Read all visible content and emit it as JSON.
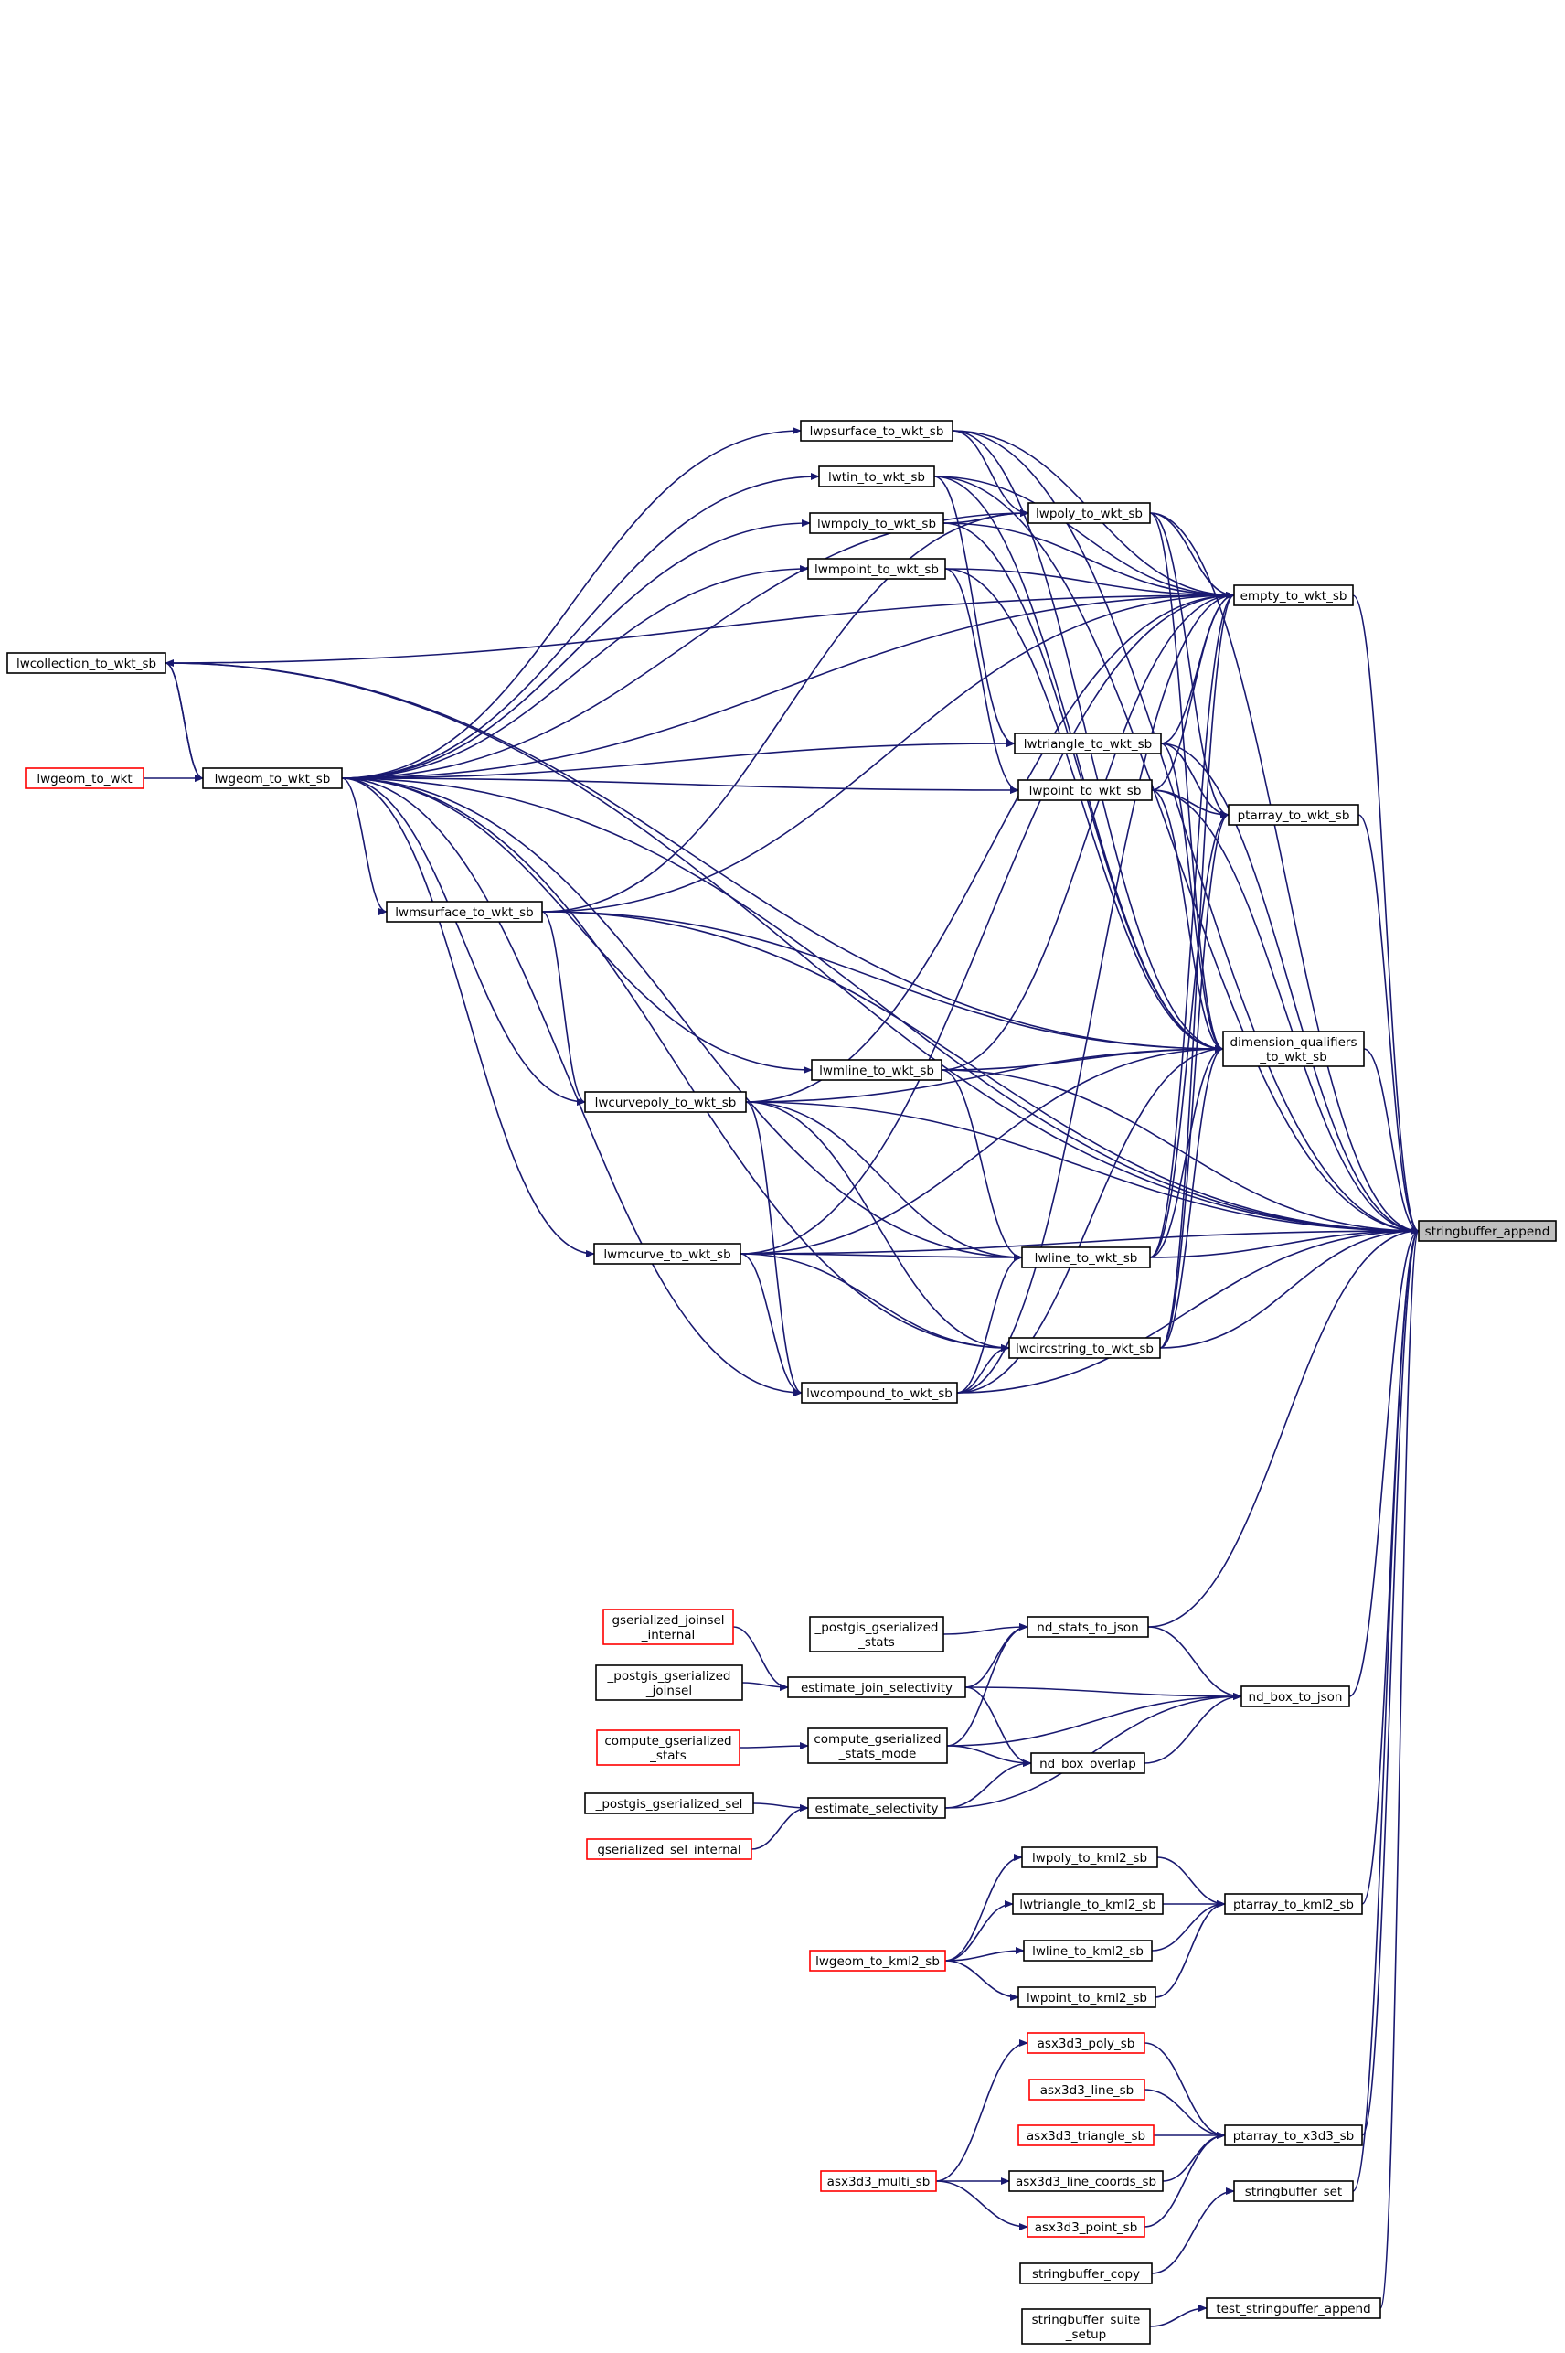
{
  "graph": {
    "root": "stringbuffer_append",
    "edge_color": "#191970",
    "link_border_color": "#ff0000",
    "nodes": [
      {
        "id": "stringbuffer_append",
        "lines": [
          "stringbuffer_append"
        ],
        "root": true
      },
      {
        "id": "lwcollection_to_wkt_sb",
        "lines": [
          "lwcollection_to_wkt_sb"
        ]
      },
      {
        "id": "lwgeom_to_wkt",
        "lines": [
          "lwgeom_to_wkt"
        ],
        "red": true
      },
      {
        "id": "lwgeom_to_wkt_sb",
        "lines": [
          "lwgeom_to_wkt_sb"
        ]
      },
      {
        "id": "lwmsurface_to_wkt_sb",
        "lines": [
          "lwmsurface_to_wkt_sb"
        ]
      },
      {
        "id": "lwcurvepoly_to_wkt_sb",
        "lines": [
          "lwcurvepoly_to_wkt_sb"
        ]
      },
      {
        "id": "lwmcurve_to_wkt_sb",
        "lines": [
          "lwmcurve_to_wkt_sb"
        ]
      },
      {
        "id": "lwpsurface_to_wkt_sb",
        "lines": [
          "lwpsurface_to_wkt_sb"
        ]
      },
      {
        "id": "lwtin_to_wkt_sb",
        "lines": [
          "lwtin_to_wkt_sb"
        ]
      },
      {
        "id": "lwmpoly_to_wkt_sb",
        "lines": [
          "lwmpoly_to_wkt_sb"
        ]
      },
      {
        "id": "lwmpoint_to_wkt_sb",
        "lines": [
          "lwmpoint_to_wkt_sb"
        ]
      },
      {
        "id": "lwmline_to_wkt_sb",
        "lines": [
          "lwmline_to_wkt_sb"
        ]
      },
      {
        "id": "lwcompound_to_wkt_sb",
        "lines": [
          "lwcompound_to_wkt_sb"
        ]
      },
      {
        "id": "lwpoly_to_wkt_sb",
        "lines": [
          "lwpoly_to_wkt_sb"
        ]
      },
      {
        "id": "lwtriangle_to_wkt_sb",
        "lines": [
          "lwtriangle_to_wkt_sb"
        ]
      },
      {
        "id": "lwpoint_to_wkt_sb",
        "lines": [
          "lwpoint_to_wkt_sb"
        ]
      },
      {
        "id": "lwline_to_wkt_sb",
        "lines": [
          "lwline_to_wkt_sb"
        ]
      },
      {
        "id": "lwcircstring_to_wkt_sb",
        "lines": [
          "lwcircstring_to_wkt_sb"
        ]
      },
      {
        "id": "empty_to_wkt_sb",
        "lines": [
          "empty_to_wkt_sb"
        ]
      },
      {
        "id": "ptarray_to_wkt_sb",
        "lines": [
          "ptarray_to_wkt_sb"
        ]
      },
      {
        "id": "dimension_qualifiers_to_wkt_sb",
        "lines": [
          "dimension_qualifiers",
          "_to_wkt_sb"
        ]
      },
      {
        "id": "gserialized_joinsel_internal",
        "lines": [
          "gserialized_joinsel",
          "_internal"
        ],
        "red": true
      },
      {
        "id": "_postgis_gserialized_joinsel",
        "lines": [
          "_postgis_gserialized",
          "_joinsel"
        ]
      },
      {
        "id": "compute_gserialized_stats",
        "lines": [
          "compute_gserialized",
          "_stats"
        ],
        "red": true
      },
      {
        "id": "_postgis_gserialized_sel",
        "lines": [
          "_postgis_gserialized_sel"
        ]
      },
      {
        "id": "gserialized_sel_internal",
        "lines": [
          "gserialized_sel_internal"
        ],
        "red": true
      },
      {
        "id": "_postgis_gserialized_stats",
        "lines": [
          "_postgis_gserialized",
          "_stats"
        ]
      },
      {
        "id": "estimate_join_selectivity",
        "lines": [
          "estimate_join_selectivity"
        ]
      },
      {
        "id": "compute_gserialized_stats_mode",
        "lines": [
          "compute_gserialized",
          "_stats_mode"
        ]
      },
      {
        "id": "estimate_selectivity",
        "lines": [
          "estimate_selectivity"
        ]
      },
      {
        "id": "nd_stats_to_json",
        "lines": [
          "nd_stats_to_json"
        ]
      },
      {
        "id": "nd_box_overlap",
        "lines": [
          "nd_box_overlap"
        ]
      },
      {
        "id": "nd_box_to_json",
        "lines": [
          "nd_box_to_json"
        ]
      },
      {
        "id": "lwgeom_to_kml2_sb",
        "lines": [
          "lwgeom_to_kml2_sb"
        ],
        "red": true
      },
      {
        "id": "lwpoly_to_kml2_sb",
        "lines": [
          "lwpoly_to_kml2_sb"
        ]
      },
      {
        "id": "lwtriangle_to_kml2_sb",
        "lines": [
          "lwtriangle_to_kml2_sb"
        ]
      },
      {
        "id": "lwline_to_kml2_sb",
        "lines": [
          "lwline_to_kml2_sb"
        ]
      },
      {
        "id": "lwpoint_to_kml2_sb",
        "lines": [
          "lwpoint_to_kml2_sb"
        ]
      },
      {
        "id": "ptarray_to_kml2_sb",
        "lines": [
          "ptarray_to_kml2_sb"
        ]
      },
      {
        "id": "asx3d3_multi_sb",
        "lines": [
          "asx3d3_multi_sb"
        ],
        "red": true
      },
      {
        "id": "asx3d3_poly_sb",
        "lines": [
          "asx3d3_poly_sb"
        ],
        "red": true
      },
      {
        "id": "asx3d3_line_sb",
        "lines": [
          "asx3d3_line_sb"
        ],
        "red": true
      },
      {
        "id": "asx3d3_triangle_sb",
        "lines": [
          "asx3d3_triangle_sb"
        ],
        "red": true
      },
      {
        "id": "asx3d3_line_coords_sb",
        "lines": [
          "asx3d3_line_coords_sb"
        ]
      },
      {
        "id": "asx3d3_point_sb",
        "lines": [
          "asx3d3_point_sb"
        ],
        "red": true
      },
      {
        "id": "ptarray_to_x3d3_sb",
        "lines": [
          "ptarray_to_x3d3_sb"
        ]
      },
      {
        "id": "stringbuffer_copy",
        "lines": [
          "stringbuffer_copy"
        ]
      },
      {
        "id": "stringbuffer_set",
        "lines": [
          "stringbuffer_set"
        ]
      },
      {
        "id": "stringbuffer_suite_setup",
        "lines": [
          "stringbuffer_suite",
          "_setup"
        ]
      },
      {
        "id": "test_stringbuffer_append",
        "lines": [
          "test_stringbuffer_append"
        ]
      }
    ],
    "edges": [
      [
        "lwgeom_to_wkt",
        "lwgeom_to_wkt_sb"
      ],
      [
        "lwgeom_to_wkt_sb",
        "lwcollection_to_wkt_sb"
      ],
      [
        "lwcollection_to_wkt_sb",
        "lwgeom_to_wkt_sb"
      ],
      [
        "lwgeom_to_wkt_sb",
        "lwpsurface_to_wkt_sb"
      ],
      [
        "lwgeom_to_wkt_sb",
        "lwtin_to_wkt_sb"
      ],
      [
        "lwgeom_to_wkt_sb",
        "lwmpoly_to_wkt_sb"
      ],
      [
        "lwgeom_to_wkt_sb",
        "lwmpoint_to_wkt_sb"
      ],
      [
        "lwgeom_to_wkt_sb",
        "lwtriangle_to_wkt_sb"
      ],
      [
        "lwgeom_to_wkt_sb",
        "lwpoint_to_wkt_sb"
      ],
      [
        "lwgeom_to_wkt_sb",
        "lwmsurface_to_wkt_sb"
      ],
      [
        "lwgeom_to_wkt_sb",
        "lwmline_to_wkt_sb"
      ],
      [
        "lwgeom_to_wkt_sb",
        "lwcurvepoly_to_wkt_sb"
      ],
      [
        "lwgeom_to_wkt_sb",
        "lwmcurve_to_wkt_sb"
      ],
      [
        "lwgeom_to_wkt_sb",
        "lwline_to_wkt_sb"
      ],
      [
        "lwgeom_to_wkt_sb",
        "lwcompound_to_wkt_sb"
      ],
      [
        "lwgeom_to_wkt_sb",
        "lwcircstring_to_wkt_sb"
      ],
      [
        "lwgeom_to_wkt_sb",
        "lwpoly_to_wkt_sb"
      ],
      [
        "lwmsurface_to_wkt_sb",
        "lwcurvepoly_to_wkt_sb"
      ],
      [
        "lwmsurface_to_wkt_sb",
        "lwpoly_to_wkt_sb"
      ],
      [
        "lwpsurface_to_wkt_sb",
        "lwpoly_to_wkt_sb"
      ],
      [
        "lwmpoly_to_wkt_sb",
        "lwpoly_to_wkt_sb"
      ],
      [
        "lwtin_to_wkt_sb",
        "lwtriangle_to_wkt_sb"
      ],
      [
        "lwmpoint_to_wkt_sb",
        "lwpoint_to_wkt_sb"
      ],
      [
        "lwmline_to_wkt_sb",
        "lwline_to_wkt_sb"
      ],
      [
        "lwcurvepoly_to_wkt_sb",
        "lwline_to_wkt_sb"
      ],
      [
        "lwcurvepoly_to_wkt_sb",
        "lwcircstring_to_wkt_sb"
      ],
      [
        "lwcurvepoly_to_wkt_sb",
        "lwcompound_to_wkt_sb"
      ],
      [
        "lwmcurve_to_wkt_sb",
        "lwline_to_wkt_sb"
      ],
      [
        "lwmcurve_to_wkt_sb",
        "lwcircstring_to_wkt_sb"
      ],
      [
        "lwmcurve_to_wkt_sb",
        "lwcompound_to_wkt_sb"
      ],
      [
        "lwcompound_to_wkt_sb",
        "lwline_to_wkt_sb"
      ],
      [
        "lwcompound_to_wkt_sb",
        "lwcircstring_to_wkt_sb"
      ],
      [
        "lwcollection_to_wkt_sb",
        "empty_to_wkt_sb"
      ],
      [
        "lwgeom_to_wkt_sb",
        "empty_to_wkt_sb"
      ],
      [
        "lwpsurface_to_wkt_sb",
        "empty_to_wkt_sb"
      ],
      [
        "lwtin_to_wkt_sb",
        "empty_to_wkt_sb"
      ],
      [
        "lwmpoly_to_wkt_sb",
        "empty_to_wkt_sb"
      ],
      [
        "lwmpoint_to_wkt_sb",
        "empty_to_wkt_sb"
      ],
      [
        "lwpoly_to_wkt_sb",
        "empty_to_wkt_sb"
      ],
      [
        "lwtriangle_to_wkt_sb",
        "empty_to_wkt_sb"
      ],
      [
        "lwpoint_to_wkt_sb",
        "empty_to_wkt_sb"
      ],
      [
        "lwmsurface_to_wkt_sb",
        "empty_to_wkt_sb"
      ],
      [
        "lwcurvepoly_to_wkt_sb",
        "empty_to_wkt_sb"
      ],
      [
        "lwmline_to_wkt_sb",
        "empty_to_wkt_sb"
      ],
      [
        "lwmcurve_to_wkt_sb",
        "empty_to_wkt_sb"
      ],
      [
        "lwline_to_wkt_sb",
        "empty_to_wkt_sb"
      ],
      [
        "lwcircstring_to_wkt_sb",
        "empty_to_wkt_sb"
      ],
      [
        "lwcompound_to_wkt_sb",
        "empty_to_wkt_sb"
      ],
      [
        "lwpoly_to_wkt_sb",
        "ptarray_to_wkt_sb"
      ],
      [
        "lwtriangle_to_wkt_sb",
        "ptarray_to_wkt_sb"
      ],
      [
        "lwpoint_to_wkt_sb",
        "ptarray_to_wkt_sb"
      ],
      [
        "lwline_to_wkt_sb",
        "ptarray_to_wkt_sb"
      ],
      [
        "lwcircstring_to_wkt_sb",
        "ptarray_to_wkt_sb"
      ],
      [
        "lwcollection_to_wkt_sb",
        "dimension_qualifiers_to_wkt_sb"
      ],
      [
        "lwpsurface_to_wkt_sb",
        "dimension_qualifiers_to_wkt_sb"
      ],
      [
        "lwtin_to_wkt_sb",
        "dimension_qualifiers_to_wkt_sb"
      ],
      [
        "lwmpoly_to_wkt_sb",
        "dimension_qualifiers_to_wkt_sb"
      ],
      [
        "lwmpoint_to_wkt_sb",
        "dimension_qualifiers_to_wkt_sb"
      ],
      [
        "lwpoly_to_wkt_sb",
        "dimension_qualifiers_to_wkt_sb"
      ],
      [
        "lwtriangle_to_wkt_sb",
        "dimension_qualifiers_to_wkt_sb"
      ],
      [
        "lwpoint_to_wkt_sb",
        "dimension_qualifiers_to_wkt_sb"
      ],
      [
        "lwmsurface_to_wkt_sb",
        "dimension_qualifiers_to_wkt_sb"
      ],
      [
        "lwmline_to_wkt_sb",
        "dimension_qualifiers_to_wkt_sb"
      ],
      [
        "lwcurvepoly_to_wkt_sb",
        "dimension_qualifiers_to_wkt_sb"
      ],
      [
        "lwmcurve_to_wkt_sb",
        "dimension_qualifiers_to_wkt_sb"
      ],
      [
        "lwline_to_wkt_sb",
        "dimension_qualifiers_to_wkt_sb"
      ],
      [
        "lwcircstring_to_wkt_sb",
        "dimension_qualifiers_to_wkt_sb"
      ],
      [
        "lwcompound_to_wkt_sb",
        "dimension_qualifiers_to_wkt_sb"
      ],
      [
        "lwcollection_to_wkt_sb",
        "stringbuffer_append"
      ],
      [
        "lwgeom_to_wkt_sb",
        "stringbuffer_append"
      ],
      [
        "lwpsurface_to_wkt_sb",
        "stringbuffer_append"
      ],
      [
        "lwtin_to_wkt_sb",
        "stringbuffer_append"
      ],
      [
        "lwpoly_to_wkt_sb",
        "stringbuffer_append"
      ],
      [
        "empty_to_wkt_sb",
        "stringbuffer_append"
      ],
      [
        "lwtriangle_to_wkt_sb",
        "stringbuffer_append"
      ],
      [
        "lwpoint_to_wkt_sb",
        "stringbuffer_append"
      ],
      [
        "ptarray_to_wkt_sb",
        "stringbuffer_append"
      ],
      [
        "dimension_qualifiers_to_wkt_sb",
        "stringbuffer_append"
      ],
      [
        "lwmline_to_wkt_sb",
        "stringbuffer_append"
      ],
      [
        "lwline_to_wkt_sb",
        "stringbuffer_append"
      ],
      [
        "lwmcurve_to_wkt_sb",
        "stringbuffer_append"
      ],
      [
        "lwcircstring_to_wkt_sb",
        "stringbuffer_append"
      ],
      [
        "lwcompound_to_wkt_sb",
        "stringbuffer_append"
      ],
      [
        "lwcurvepoly_to_wkt_sb",
        "stringbuffer_append"
      ],
      [
        "lwmsurface_to_wkt_sb",
        "stringbuffer_append"
      ],
      [
        "gserialized_joinsel_internal",
        "estimate_join_selectivity"
      ],
      [
        "_postgis_gserialized_joinsel",
        "estimate_join_selectivity"
      ],
      [
        "compute_gserialized_stats",
        "compute_gserialized_stats_mode"
      ],
      [
        "_postgis_gserialized_sel",
        "estimate_selectivity"
      ],
      [
        "gserialized_sel_internal",
        "estimate_selectivity"
      ],
      [
        "_postgis_gserialized_stats",
        "nd_stats_to_json"
      ],
      [
        "estimate_join_selectivity",
        "nd_stats_to_json"
      ],
      [
        "compute_gserialized_stats_mode",
        "nd_stats_to_json"
      ],
      [
        "estimate_join_selectivity",
        "nd_box_to_json"
      ],
      [
        "estimate_join_selectivity",
        "nd_box_overlap"
      ],
      [
        "compute_gserialized_stats_mode",
        "nd_box_to_json"
      ],
      [
        "compute_gserialized_stats_mode",
        "nd_box_overlap"
      ],
      [
        "estimate_selectivity",
        "nd_box_overlap"
      ],
      [
        "estimate_selectivity",
        "nd_box_to_json"
      ],
      [
        "nd_stats_to_json",
        "nd_box_to_json"
      ],
      [
        "nd_box_overlap",
        "nd_box_to_json"
      ],
      [
        "nd_stats_to_json",
        "stringbuffer_append"
      ],
      [
        "nd_box_to_json",
        "stringbuffer_append"
      ],
      [
        "lwgeom_to_kml2_sb",
        "lwpoly_to_kml2_sb"
      ],
      [
        "lwgeom_to_kml2_sb",
        "lwtriangle_to_kml2_sb"
      ],
      [
        "lwgeom_to_kml2_sb",
        "lwline_to_kml2_sb"
      ],
      [
        "lwgeom_to_kml2_sb",
        "lwpoint_to_kml2_sb"
      ],
      [
        "lwpoly_to_kml2_sb",
        "ptarray_to_kml2_sb"
      ],
      [
        "lwtriangle_to_kml2_sb",
        "ptarray_to_kml2_sb"
      ],
      [
        "lwline_to_kml2_sb",
        "ptarray_to_kml2_sb"
      ],
      [
        "lwpoint_to_kml2_sb",
        "ptarray_to_kml2_sb"
      ],
      [
        "ptarray_to_kml2_sb",
        "stringbuffer_append"
      ],
      [
        "asx3d3_multi_sb",
        "asx3d3_poly_sb"
      ],
      [
        "asx3d3_multi_sb",
        "asx3d3_line_coords_sb"
      ],
      [
        "asx3d3_multi_sb",
        "asx3d3_point_sb"
      ],
      [
        "asx3d3_poly_sb",
        "ptarray_to_x3d3_sb"
      ],
      [
        "asx3d3_line_sb",
        "ptarray_to_x3d3_sb"
      ],
      [
        "asx3d3_triangle_sb",
        "ptarray_to_x3d3_sb"
      ],
      [
        "asx3d3_line_coords_sb",
        "ptarray_to_x3d3_sb"
      ],
      [
        "asx3d3_point_sb",
        "ptarray_to_x3d3_sb"
      ],
      [
        "ptarray_to_x3d3_sb",
        "stringbuffer_append"
      ],
      [
        "stringbuffer_copy",
        "stringbuffer_set"
      ],
      [
        "stringbuffer_set",
        "stringbuffer_append"
      ],
      [
        "stringbuffer_suite_setup",
        "test_stringbuffer_append"
      ],
      [
        "test_stringbuffer_append",
        "stringbuffer_append"
      ]
    ]
  }
}
